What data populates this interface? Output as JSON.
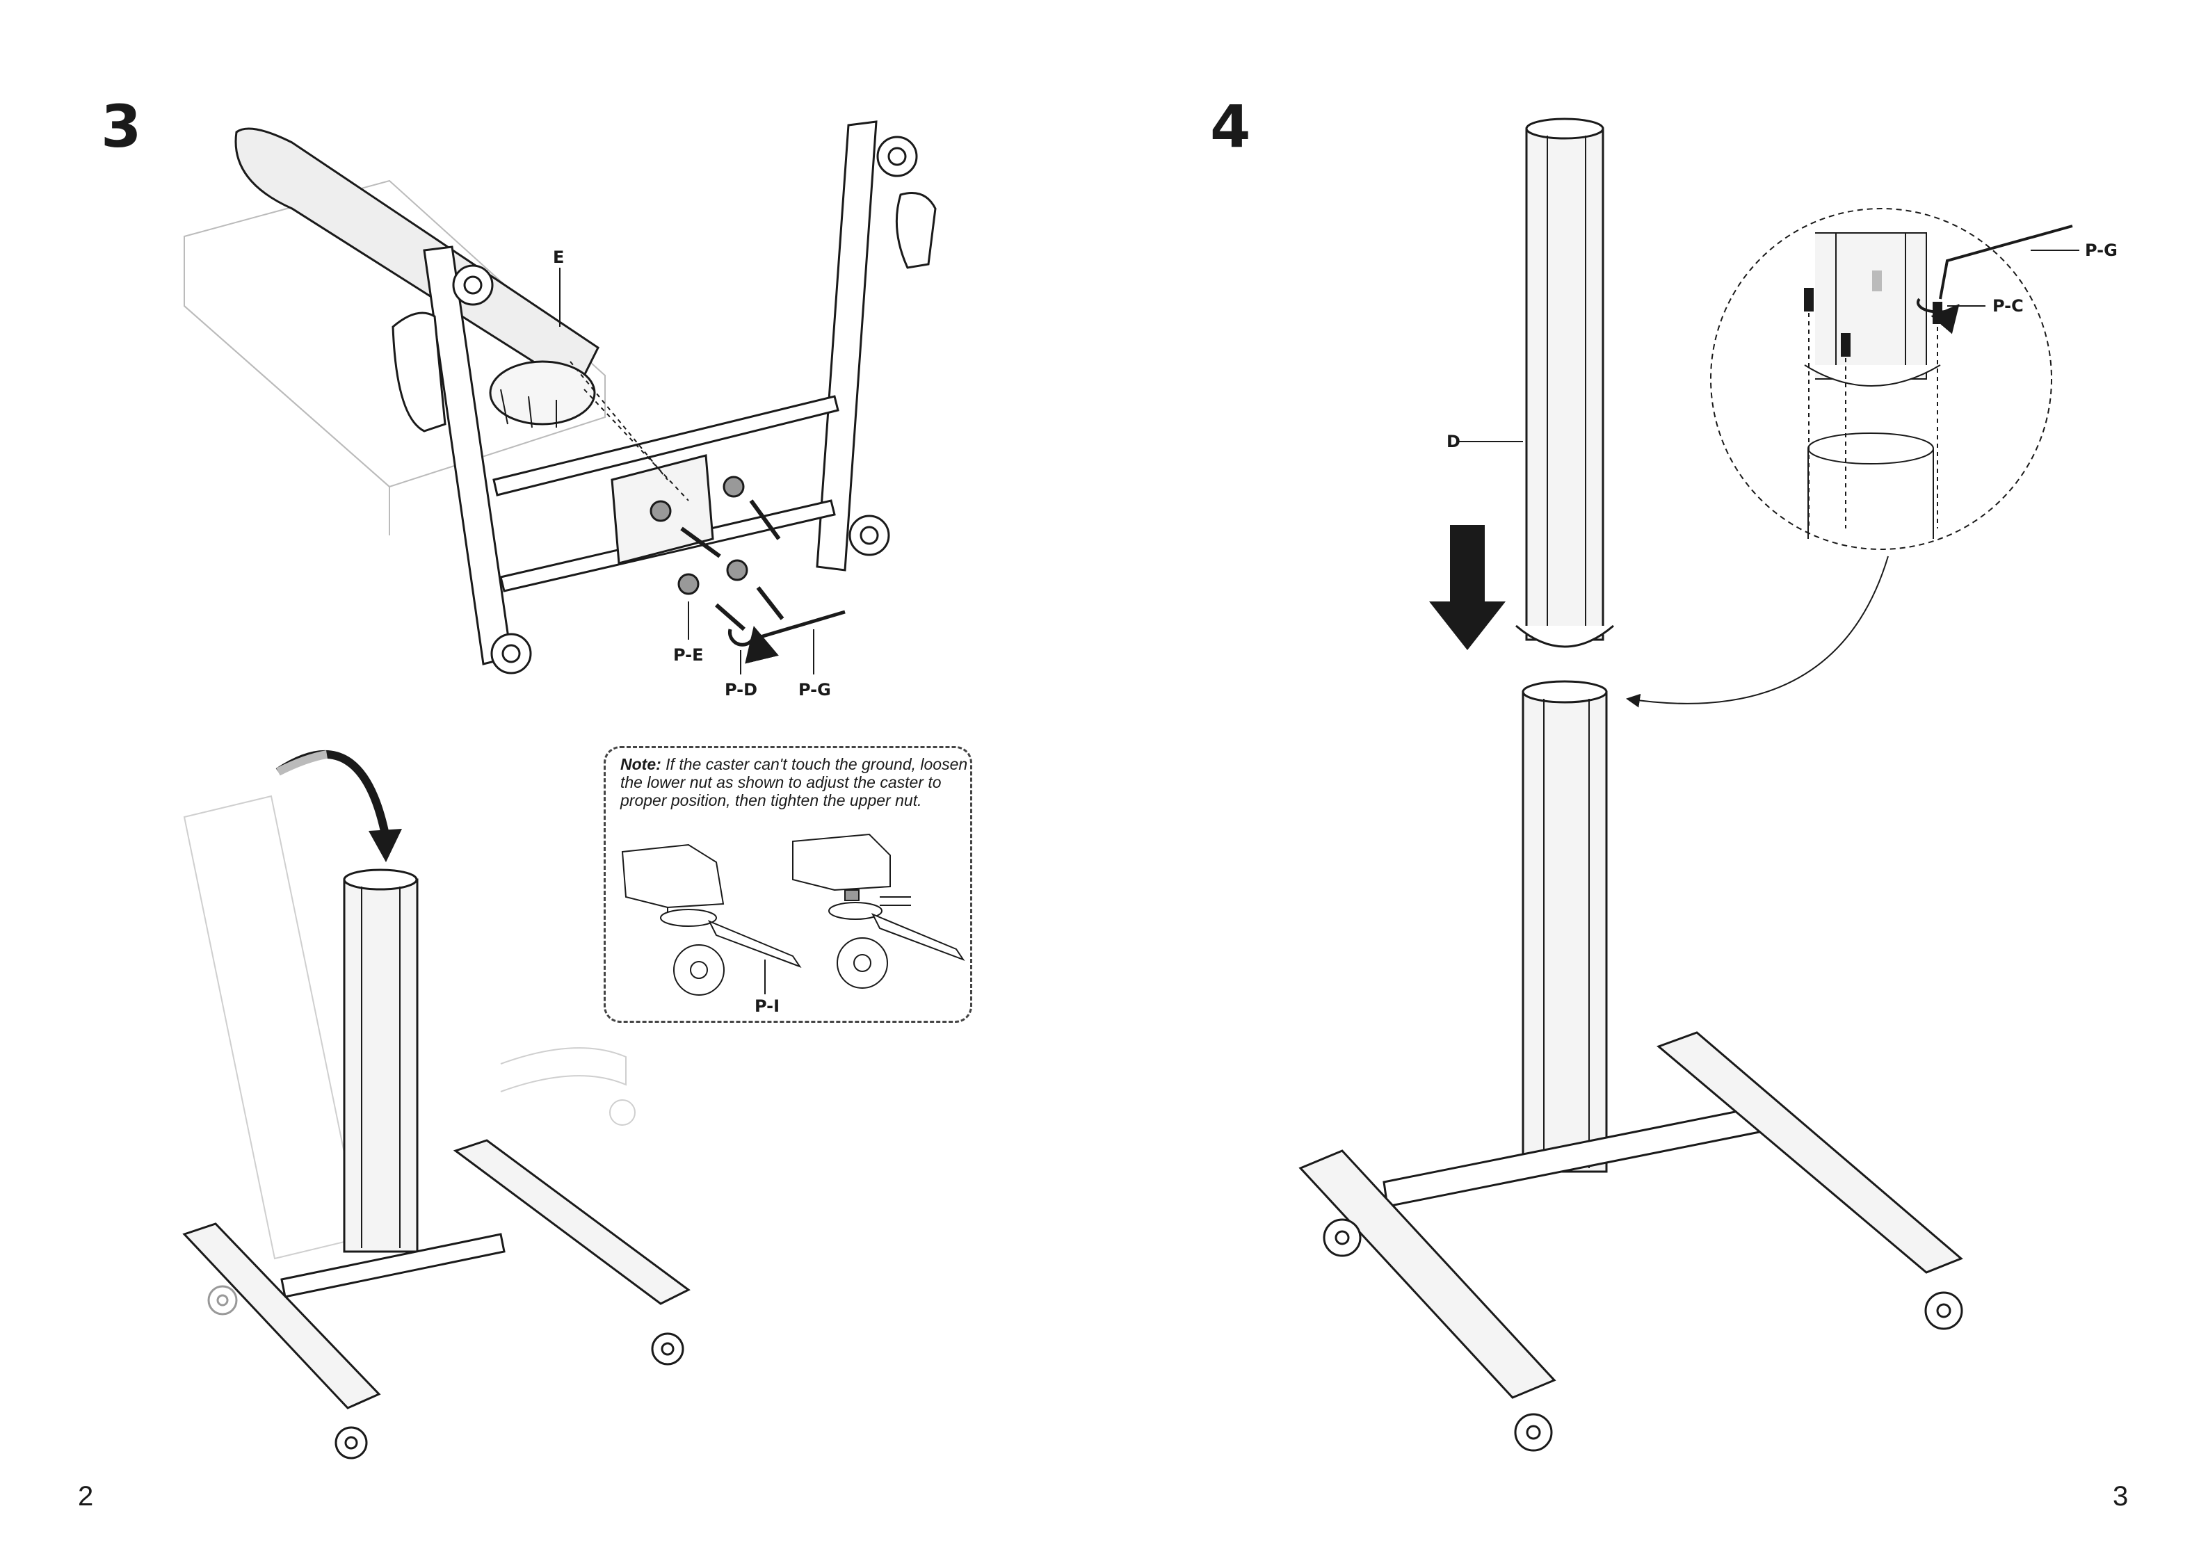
{
  "steps": {
    "left": "3",
    "right": "4"
  },
  "pages": {
    "left": "2",
    "right": "3"
  },
  "labels": {
    "E": "E",
    "PE": "P-E",
    "PD": "P-D",
    "PG_left": "P-G",
    "PI": "P-I",
    "D": "D",
    "PG_right": "P-G",
    "PC": "P-C"
  },
  "note": {
    "prefix": "Note:",
    "text": " If the caster can't touch the ground, loosen the lower nut as shown to adjust the caster to proper position, then tighten the upper nut."
  }
}
